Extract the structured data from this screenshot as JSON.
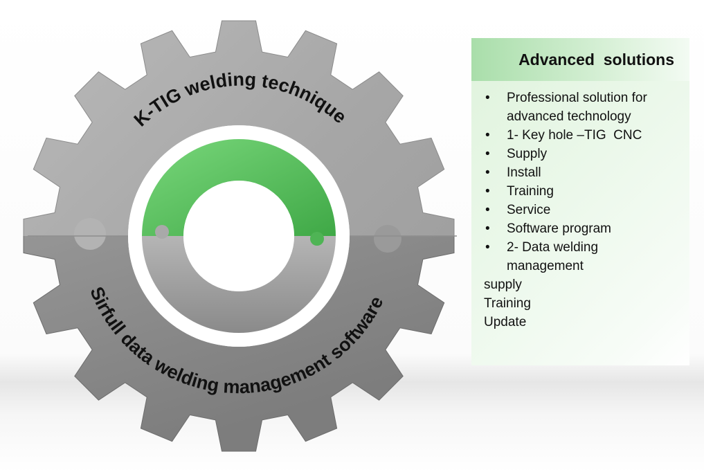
{
  "gear": {
    "top_label": "K-TIG welding technique",
    "bottom_label": "Sirfull data welding management software",
    "colors": {
      "steel_light": "#c4c4c4",
      "steel_mid": "#9f9f9f",
      "steel_dark": "#6f6f6f",
      "accent_green": "#5cc062"
    }
  },
  "panel": {
    "title": "Advanced  solutions",
    "bullets": [
      [
        "Professional solution for",
        "advanced technology"
      ],
      [
        "1- Key hole –TIG  CNC"
      ],
      [
        "Supply"
      ],
      [
        "Install"
      ],
      [
        "Training"
      ],
      [
        "Service"
      ],
      [
        "Software program"
      ],
      [
        "2- Data welding",
        "management"
      ]
    ],
    "plain_lines": [
      "supply",
      "Training",
      "Update"
    ]
  }
}
